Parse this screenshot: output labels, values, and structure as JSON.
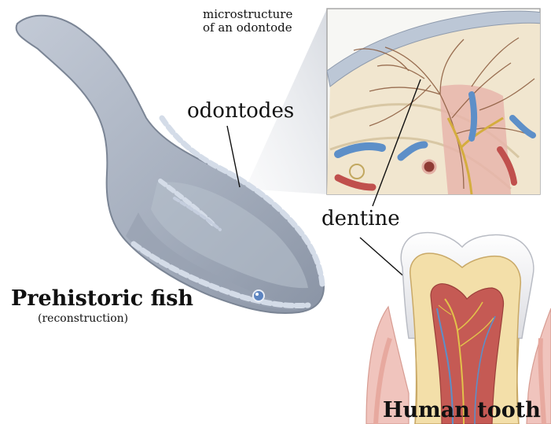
{
  "labels": {
    "microstructure_line1": "microstructure",
    "microstructure_line2": "of an odontode",
    "odontodes": "odontodes",
    "dentine": "dentine",
    "prehistoric_fish": "Prehistoric fish",
    "reconstruction": "(reconstruction)",
    "human_tooth": "Human tooth"
  },
  "colors": {
    "fish_body": "#a9b2c0",
    "fish_outline": "#7b8595",
    "odontode_bump": "#c9d3e0",
    "inset_background": "#f1e6cf",
    "dentine": "#f3dfa9",
    "enamel": "#ecedf0",
    "pulp": "#c55a54",
    "gum": "#f0c4bd",
    "nerve": "#e2c24a",
    "blood_vessel": "#5d8fc8",
    "callout_cone": "#dfe2e7"
  }
}
